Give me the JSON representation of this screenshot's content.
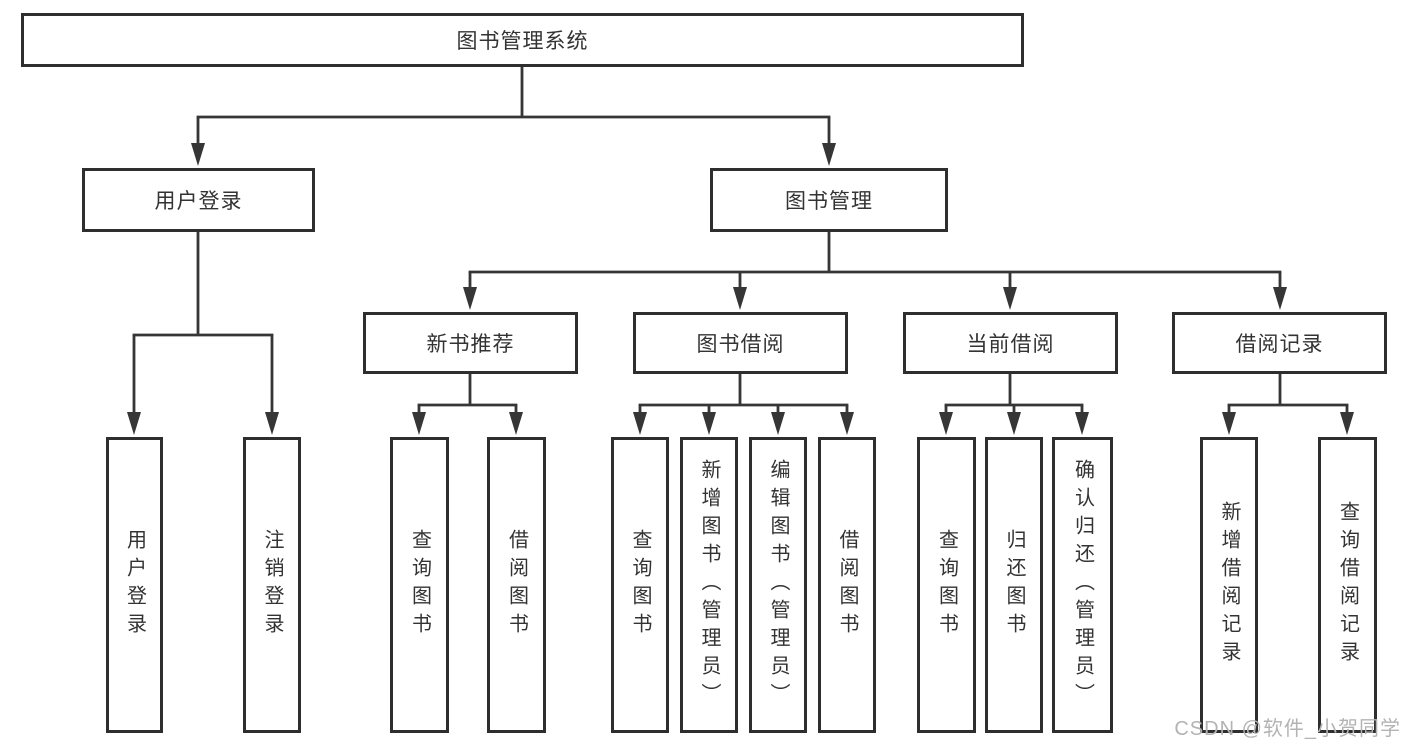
{
  "diagram": {
    "root_label": "图书管理系统",
    "nodes": [
      {
        "id": "root",
        "label": "图书管理系统",
        "level": 1,
        "parent": null
      },
      {
        "id": "login",
        "label": "用户登录",
        "level": 2,
        "parent": "root"
      },
      {
        "id": "mgmt",
        "label": "图书管理",
        "level": 2,
        "parent": "root"
      },
      {
        "id": "rec",
        "label": "新书推荐",
        "level": 3,
        "parent": "mgmt"
      },
      {
        "id": "borrow",
        "label": "图书借阅",
        "level": 3,
        "parent": "mgmt"
      },
      {
        "id": "current",
        "label": "当前借阅",
        "level": 3,
        "parent": "mgmt"
      },
      {
        "id": "record",
        "label": "借阅记录",
        "level": 3,
        "parent": "mgmt"
      },
      {
        "id": "leaf-user-login",
        "label": "用户登录",
        "level": 4,
        "parent": "login"
      },
      {
        "id": "leaf-logout",
        "label": "注销登录",
        "level": 4,
        "parent": "login"
      },
      {
        "id": "leaf-rec-query",
        "label": "查询图书",
        "level": 4,
        "parent": "rec"
      },
      {
        "id": "leaf-rec-borrow",
        "label": "借阅图书",
        "level": 4,
        "parent": "rec"
      },
      {
        "id": "leaf-bor-query",
        "label": "查询图书",
        "level": 4,
        "parent": "borrow"
      },
      {
        "id": "leaf-bor-add",
        "label": "新增图书（管理员）",
        "level": 4,
        "parent": "borrow"
      },
      {
        "id": "leaf-bor-edit",
        "label": "编辑图书（管理员）",
        "level": 4,
        "parent": "borrow"
      },
      {
        "id": "leaf-bor-borrow",
        "label": "借阅图书",
        "level": 4,
        "parent": "borrow"
      },
      {
        "id": "leaf-cur-query",
        "label": "查询图书",
        "level": 4,
        "parent": "current"
      },
      {
        "id": "leaf-cur-return",
        "label": "归还图书",
        "level": 4,
        "parent": "current"
      },
      {
        "id": "leaf-cur-confirm",
        "label": "确认归还（管理员）",
        "level": 4,
        "parent": "current"
      },
      {
        "id": "leaf-recd-add",
        "label": "新增借阅记录",
        "level": 4,
        "parent": "record"
      },
      {
        "id": "leaf-recd-query",
        "label": "查询借阅记录",
        "level": 4,
        "parent": "record"
      }
    ]
  },
  "watermark": {
    "text": "CSDN @软件_小贺同学"
  },
  "colors": {
    "border": "#2e2e2e",
    "line": "#363636",
    "text": "#333333",
    "watermark": "#b3b3b3",
    "background": "#ffffff"
  }
}
